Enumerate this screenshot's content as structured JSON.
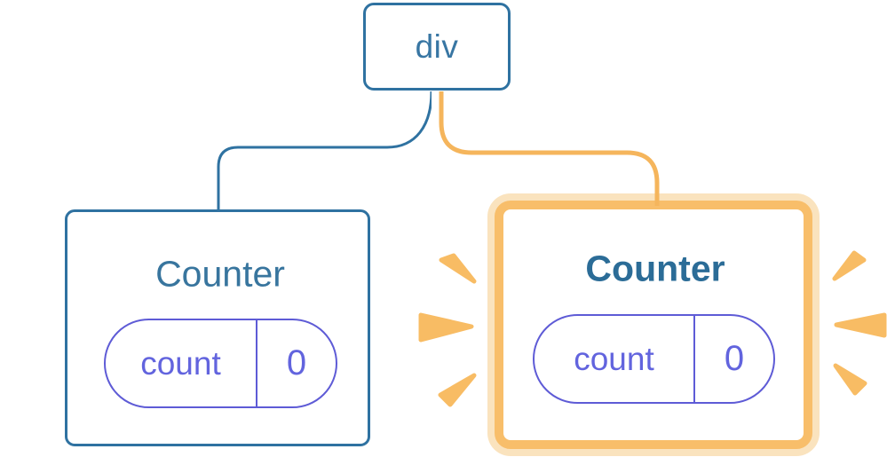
{
  "diagram": {
    "description": "React render tree: div root with two Counter children; right Counter freshly mounted/updated (orange highlight with sparks)",
    "root": {
      "label": "div"
    },
    "left_counter": {
      "title": "Counter",
      "state": {
        "key": "count",
        "value": "0"
      },
      "highlighted": false
    },
    "right_counter": {
      "title": "Counter",
      "state": {
        "key": "count",
        "value": "0"
      },
      "highlighted": true
    }
  },
  "colors": {
    "tree_blue": "#2F72A1",
    "root_label_blue": "#3876A3",
    "title_blue": "#38759E",
    "title_blue_bold": "#2B6C97",
    "state_indigo_border": "#5E5BD6",
    "state_indigo_text": "#6264DE",
    "highlight_orange_border": "#F8BE6A",
    "highlight_orange_halo": "#FAE3BE",
    "highlight_orange_line": "#F5B55C",
    "spark_orange": "#F8BC64",
    "spark_white": "#FFFFFF"
  }
}
